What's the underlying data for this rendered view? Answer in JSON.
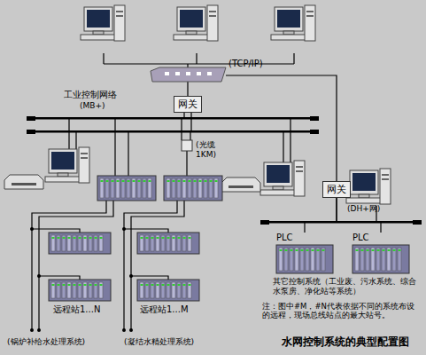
{
  "diagram": {
    "title": "水网控制系统的典型配置图",
    "nodes": [
      {
        "text": [
          "网关"
        ]
      },
      {
        "text": [
          "网关"
        ]
      },
      {
        "text": [
          "PLC"
        ]
      },
      {
        "text": [
          "PLC"
        ]
      }
    ],
    "edges": [
      {
        "from": 1,
        "to": 2,
        "arrow": "none"
      },
      {
        "from": 1,
        "to": 3,
        "arrow": "none"
      }
    ],
    "labels": [
      "(TCP/IP)",
      "工业控制网络",
      "(MB+)",
      "(光缆 1KM)",
      "(DH+网)",
      "远程站1...N",
      "远程站1...M",
      "(锅炉补给水处理系统)",
      "(凝结水精处理系统)",
      "其它控制系统（工业废、污水系统、综合水泵房、净化站等系统）",
      "注：图中#M，#N代表依据不同的系统布设的远程，现场总线站点的最大站号。"
    ]
  }
}
